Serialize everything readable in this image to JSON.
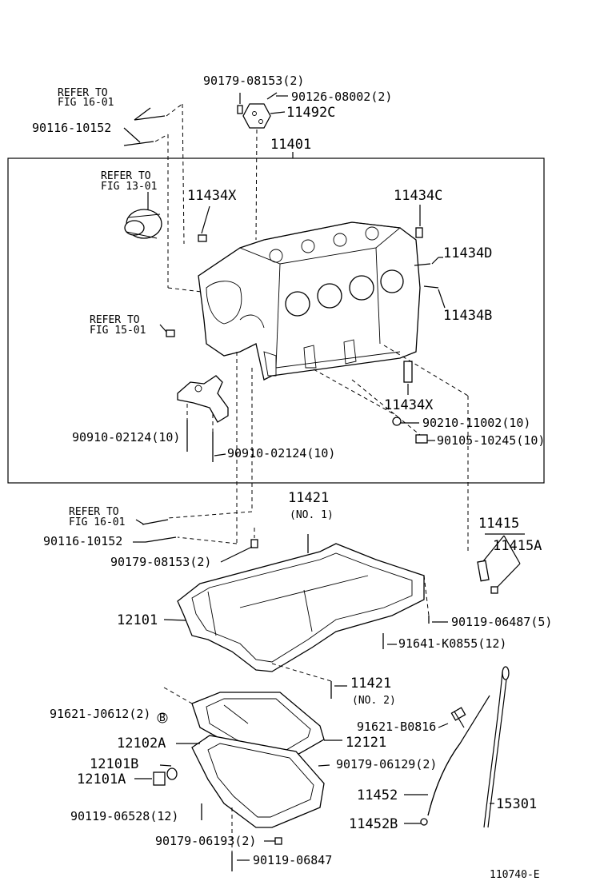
{
  "labels": {
    "p90179_08153_top": "90179-08153(2)",
    "p90126_08002": "90126-08002(2)",
    "p11492c": "11492C",
    "refer_16_01_top_a": "REFER TO",
    "refer_16_01_top_b": "FIG 16-01",
    "p90116_10152_top": "90116-10152",
    "p11401": "11401",
    "refer_13_01_a": "REFER TO",
    "refer_13_01_b": "FIG 13-01",
    "p11434x_top": "11434X",
    "p11434c": "11434C",
    "p11434d": "11434D",
    "p11434b": "11434B",
    "refer_15_01_a": "REFER TO",
    "refer_15_01_b": "FIG 15-01",
    "p11434x_bot": "11434X",
    "p90210_11002": "90210-11002(10)",
    "p90105_10245": "90105-10245(10)",
    "p90910_02124_a": "90910-02124(10)",
    "p90910_02124_b": "90910-02124(10)",
    "p11421_top": "11421",
    "p11421_top_no": "(NO. 1)",
    "refer_16_01_mid_a": "REFER TO",
    "refer_16_01_mid_b": "FIG 16-01",
    "p90116_10152_mid": "90116-10152",
    "p11415": "11415",
    "p11415a": "11415A",
    "p90179_08153_mid": "90179-08153(2)",
    "p12101": "12101",
    "p90119_06487": "90119-06487(5)",
    "p91641_k0855": "91641-K0855(12)",
    "p11421_bot": "11421",
    "p11421_bot_no": "(NO. 2)",
    "p91621_j0612": "91621-J0612(2)",
    "p91621_j0612_mark": "B",
    "p91621_b0816": "91621-B0816",
    "p12102a": "12102A",
    "p12121": "12121",
    "p12101b": "12101B",
    "p90179_06129": "90179-06129(2)",
    "p12101a": "12101A",
    "p11452": "11452",
    "p15301": "15301",
    "p90119_06528": "90119-06528(12)",
    "p11452b": "11452B",
    "p90179_06193": "90179-06193(2)",
    "p90119_06847": "90119-06847",
    "fig_code": "110740-E"
  }
}
